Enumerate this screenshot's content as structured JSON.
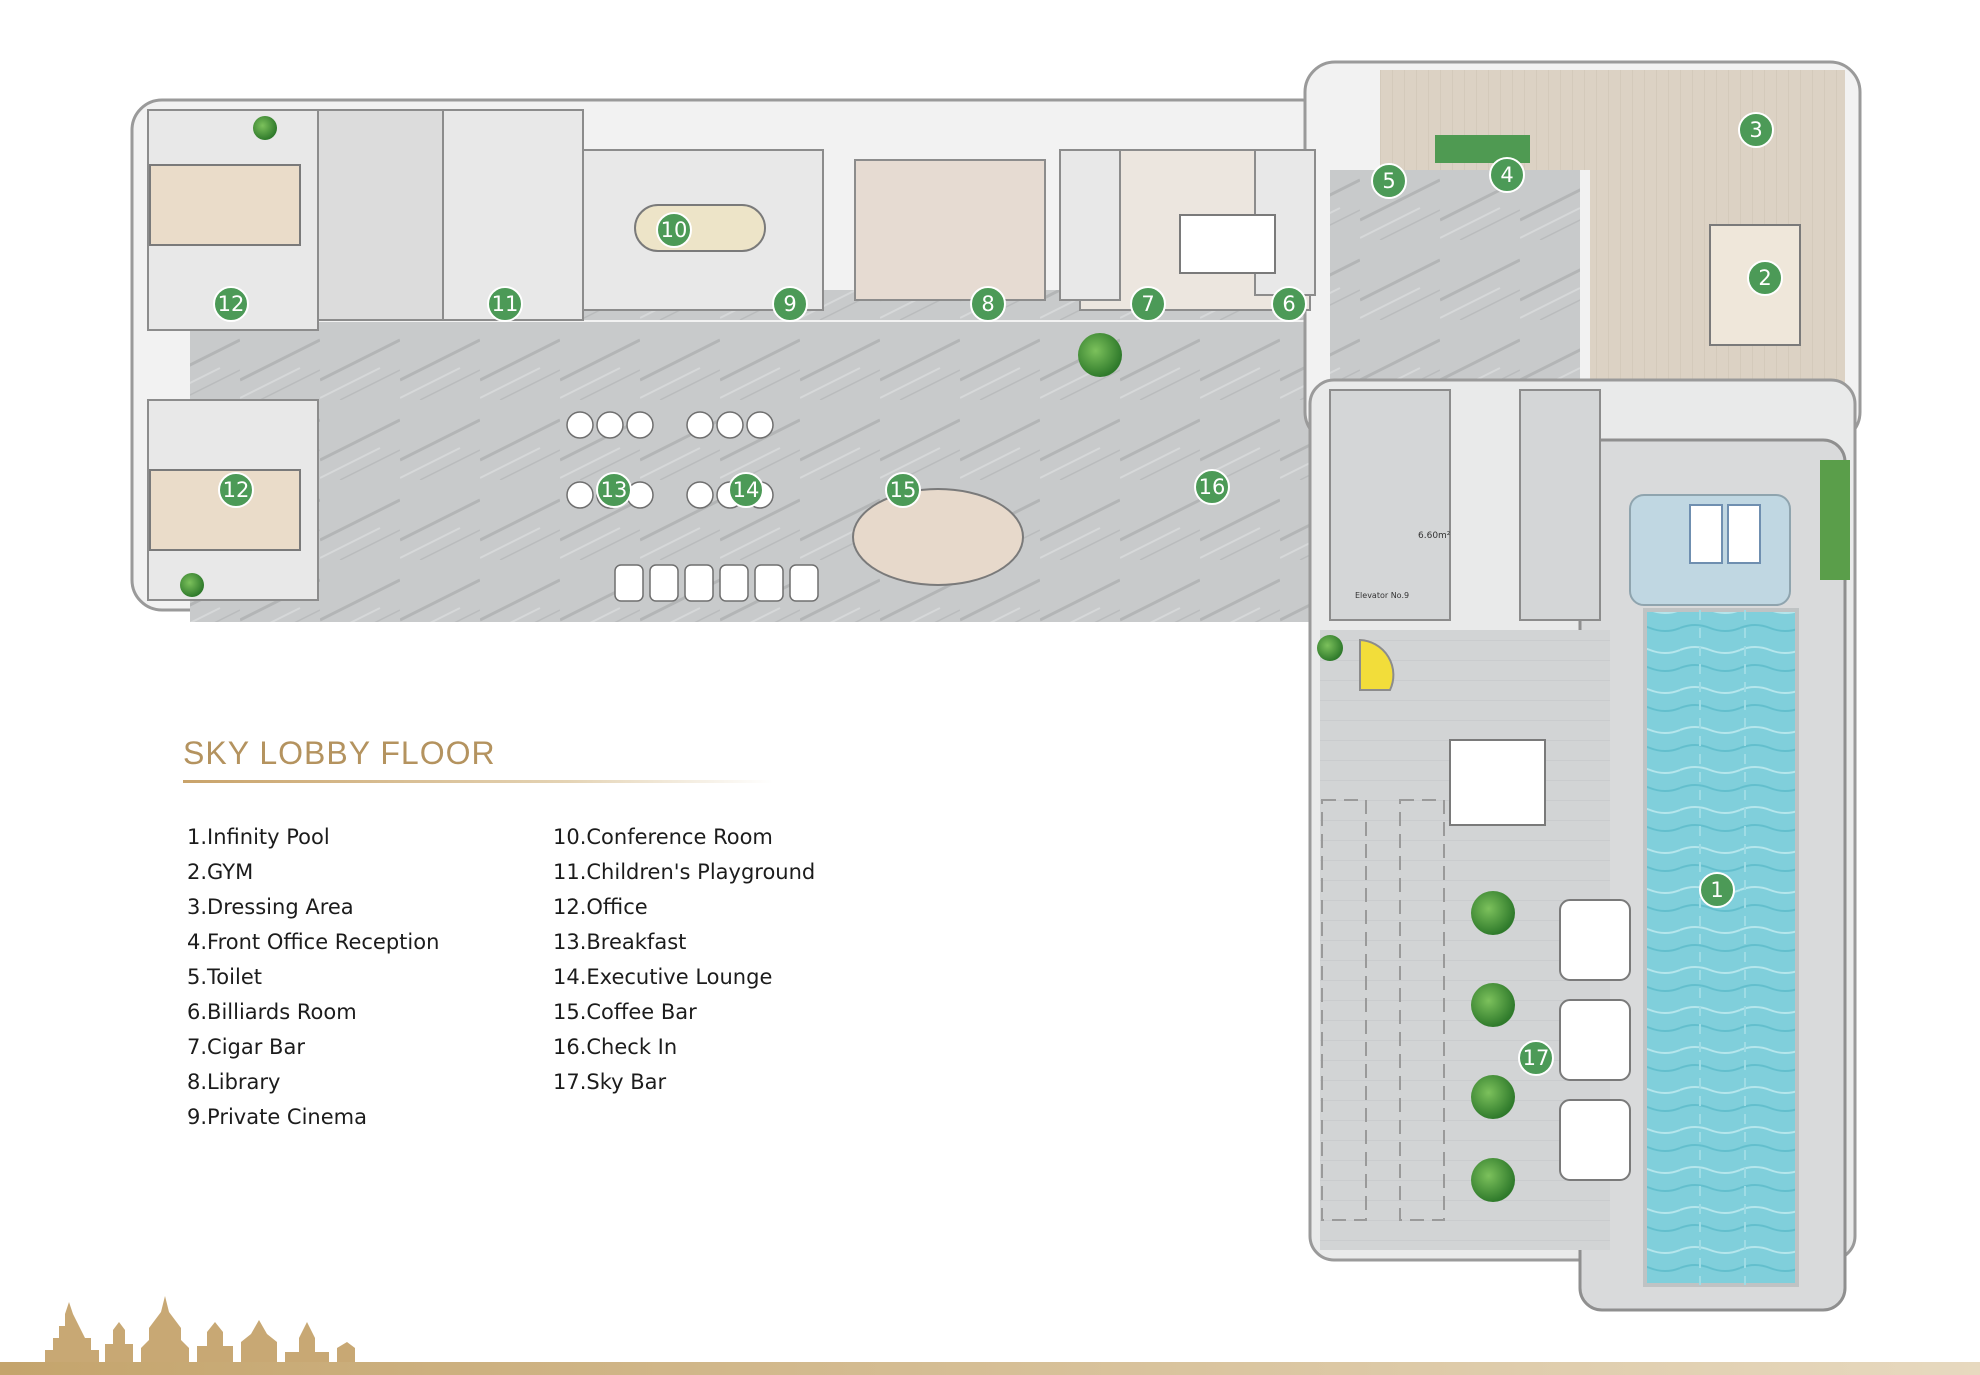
{
  "title": "SKY LOBBY FLOOR",
  "legend": [
    "1.Infinity Pool",
    "2.GYM",
    "3.Dressing Area",
    "4.Front Office Reception",
    "5.Toilet",
    "6.Billiards Room",
    "7.Cigar Bar",
    "8.Library",
    "9.Private Cinema",
    "10.Conference Room",
    "11.Children's Playground",
    "12.Office",
    "13.Breakfast",
    "14.Executive Lounge",
    "15.Coffee Bar",
    "16.Check In",
    "17.Sky Bar"
  ],
  "markers": [
    "1",
    "2",
    "3",
    "4",
    "5",
    "6",
    "7",
    "8",
    "9",
    "10",
    "11",
    "12",
    "12",
    "13",
    "14",
    "15",
    "16",
    "17"
  ],
  "plan_labels": {
    "lift_area": "6.60m²",
    "elevator": "Elevator No.9"
  },
  "colors": {
    "marker": "#4c9a57",
    "accent_gold": "#b4935f",
    "marble": "#c9cbcc",
    "wood": "#ddd3c5",
    "pool": "#7fd1dc",
    "tree": "#4e9a3e"
  }
}
